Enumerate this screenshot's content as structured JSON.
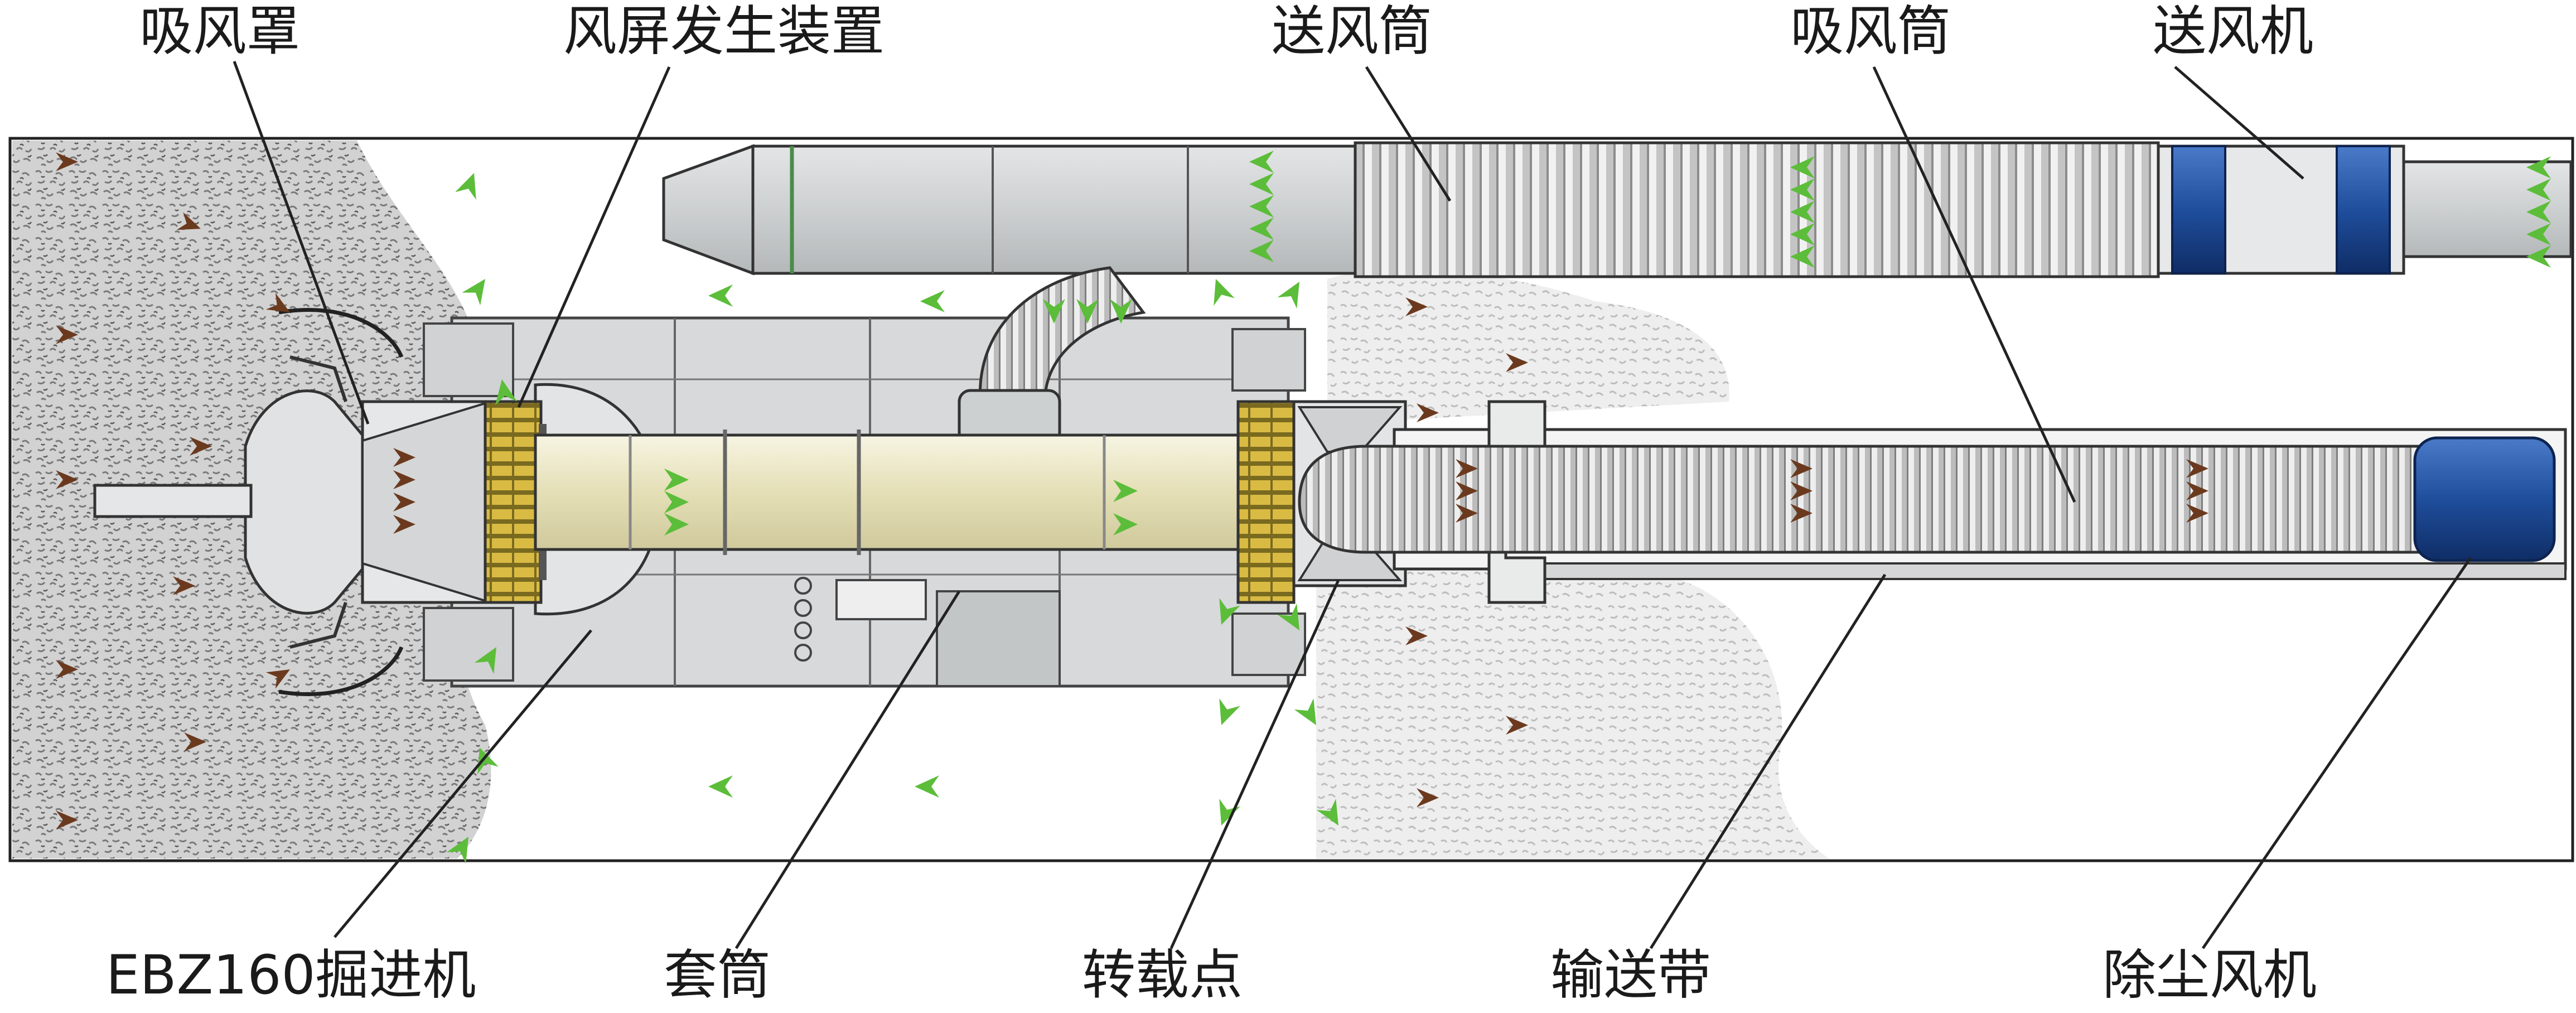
{
  "labels": {
    "suction_hood": "吸风罩",
    "air_curtain_device": "风屏发生装置",
    "supply_duct": "送风筒",
    "suction_duct": "吸风筒",
    "supply_fan": "送风机",
    "roadheader": "EBZ160掘进机",
    "sleeve": "套筒",
    "transfer_point": "转载点",
    "conveyor_belt": "输送带",
    "dust_fan": "除尘风机"
  },
  "colors": {
    "fresh_air_arrow": "#5cbd3a",
    "dusty_air_arrow": "#6b3a1e",
    "duct_gray": "#c9cccd",
    "sleeve_yellow": "#ece8c8",
    "fan_blue": "#1f4e9c",
    "gear_gold": "#c8a93a"
  }
}
